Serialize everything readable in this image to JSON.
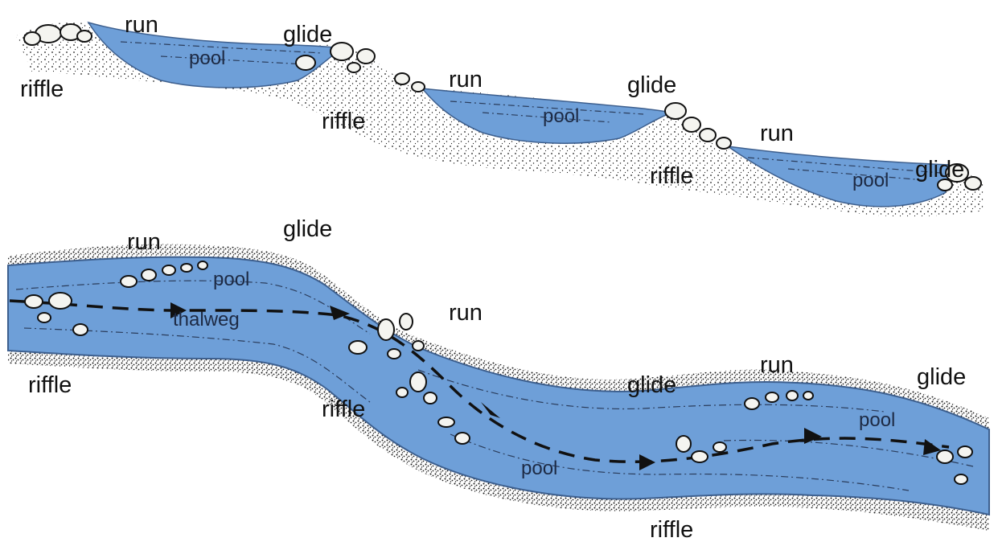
{
  "colors": {
    "water": "#6e9fd8",
    "water_edge": "#3d5f8e",
    "gravel": "#1a1a1a",
    "stone_fill": "#f4f4f0",
    "background": "#ffffff"
  },
  "profile_view": {
    "labels": {
      "riffle_1": "riffle",
      "run_1": "run",
      "pool_1": "pool",
      "glide_1": "glide",
      "riffle_2": "riffle",
      "run_2": "run",
      "pool_2": "pool",
      "glide_2": "glide",
      "riffle_3": "riffle",
      "run_3": "run",
      "pool_3": "pool",
      "glide_3": "glide"
    }
  },
  "plan_view": {
    "labels": {
      "run_1": "run",
      "glide_1": "glide",
      "pool_1": "pool",
      "thalweg": "thalweg",
      "riffle_1": "riffle",
      "run_2": "run",
      "riffle_2": "riffle",
      "glide_2": "glide",
      "run_3": "run",
      "glide_3": "glide",
      "pool_2": "pool",
      "pool_3": "pool",
      "riffle_3": "riffle"
    }
  }
}
